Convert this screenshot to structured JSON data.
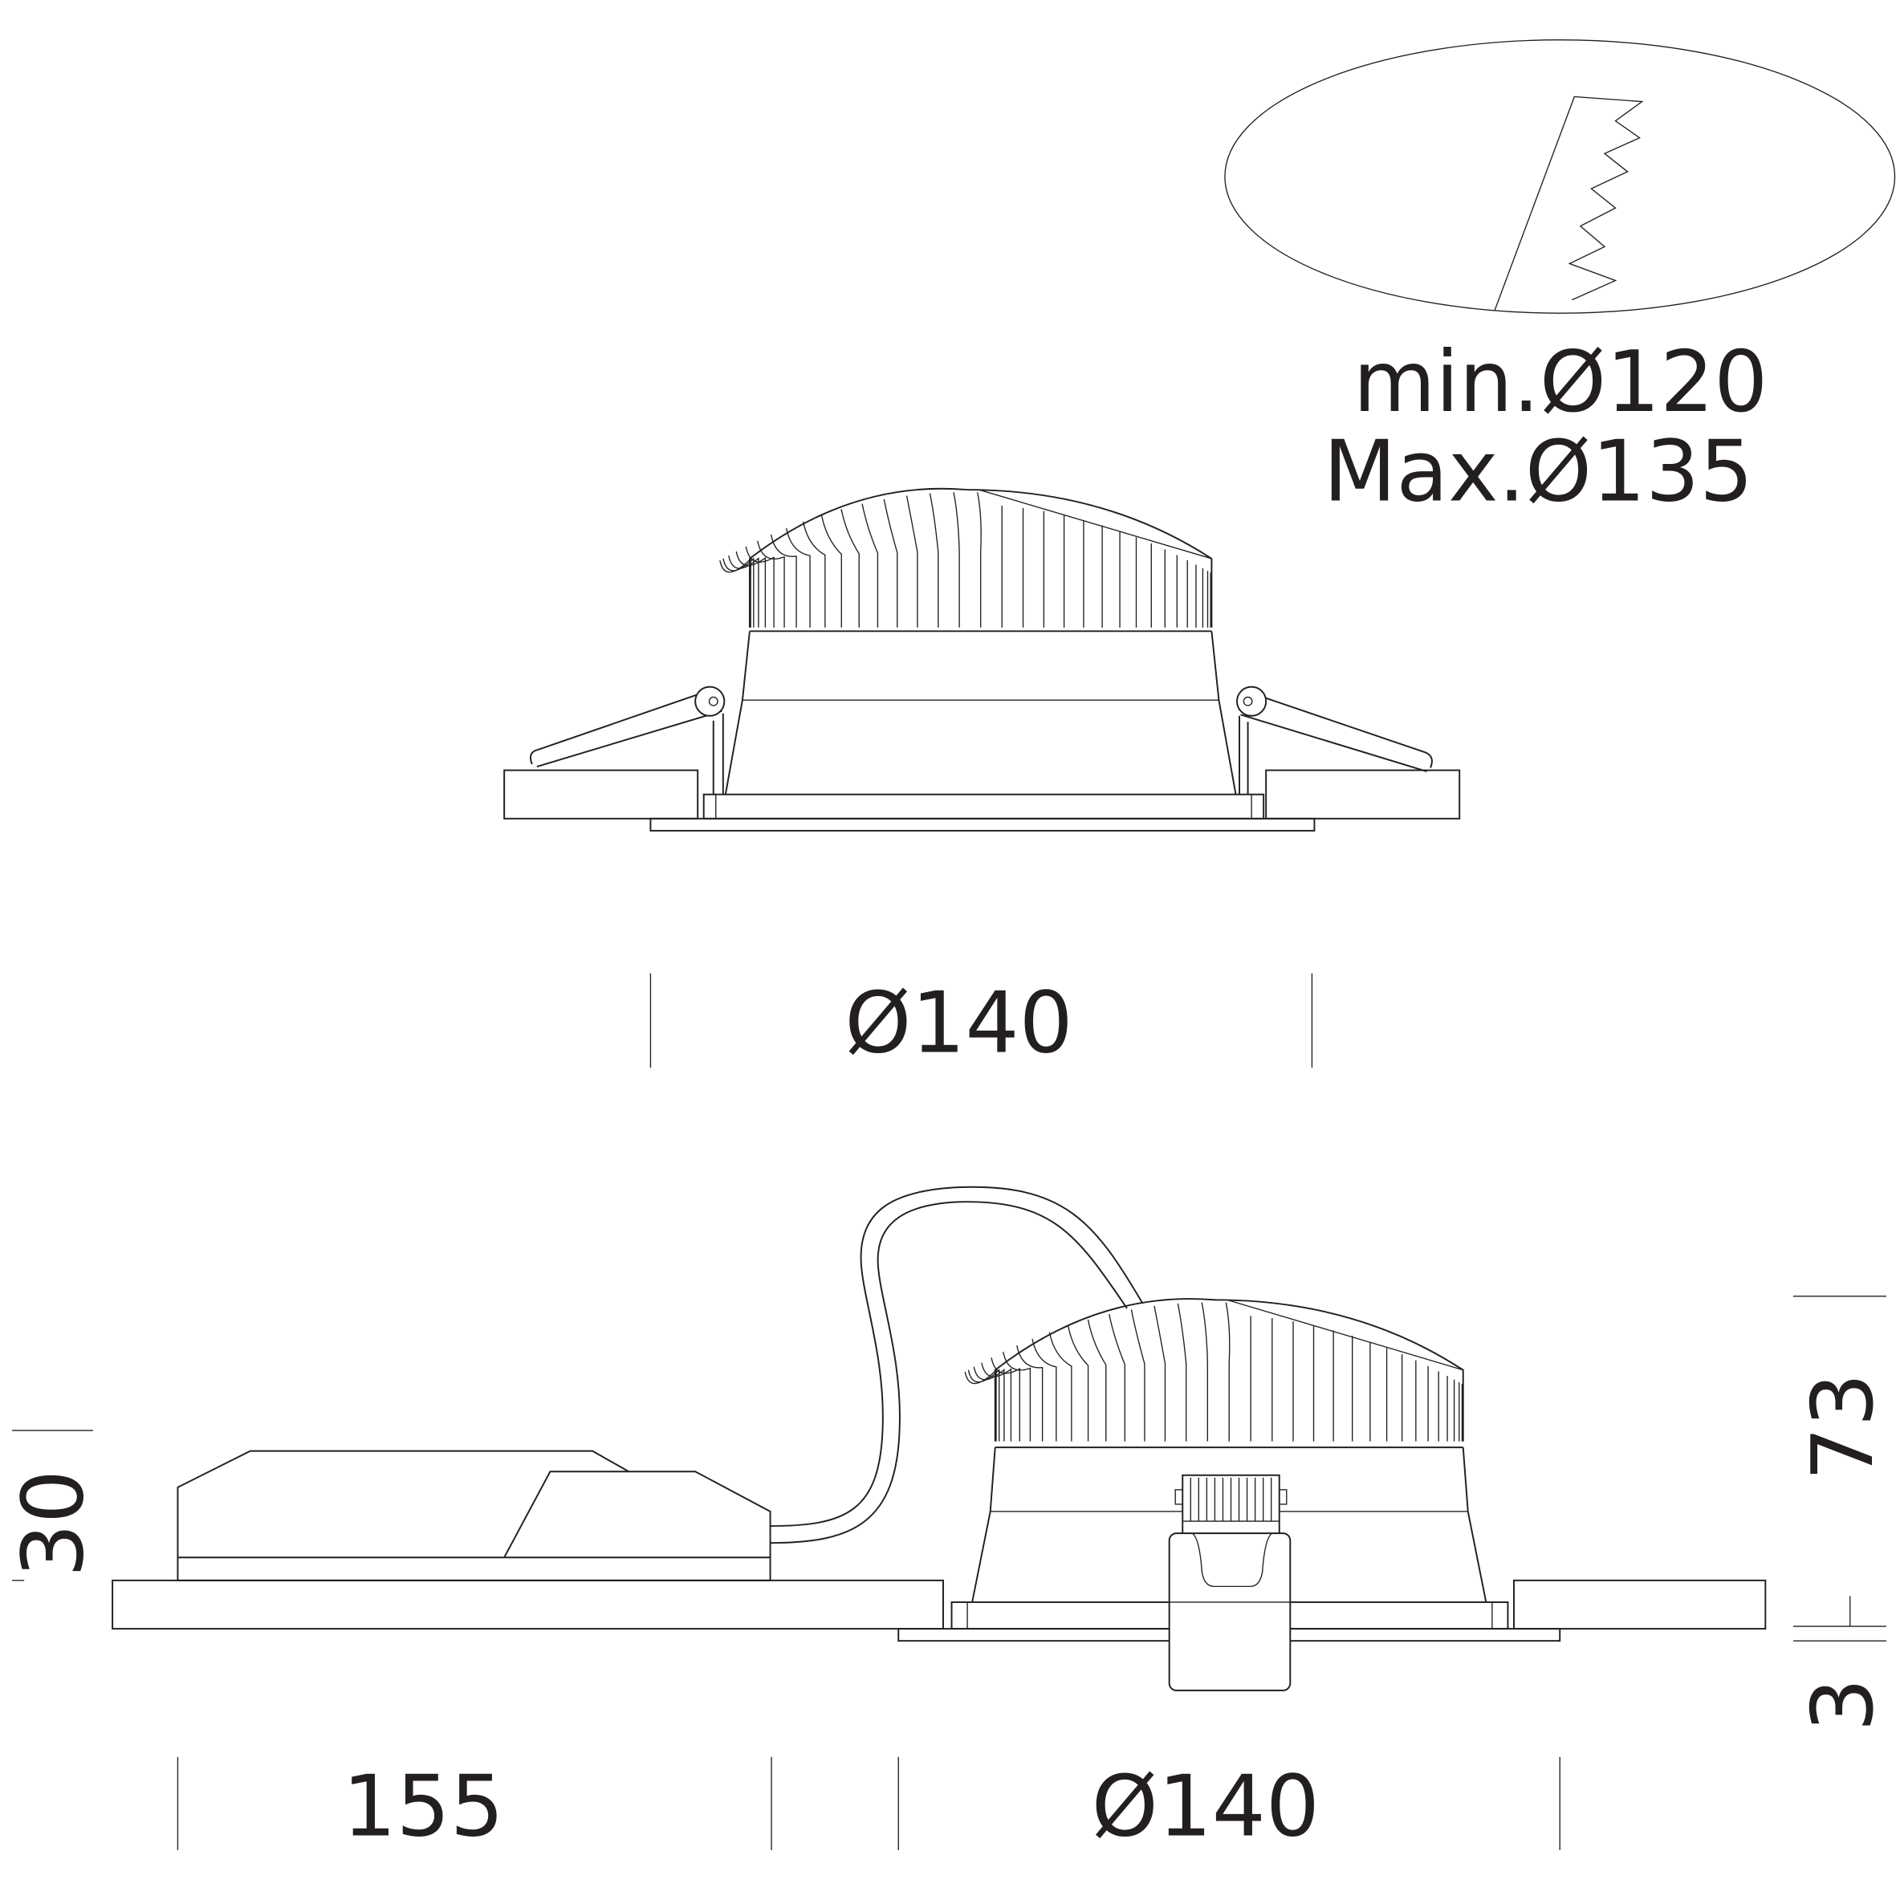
{
  "cutout": {
    "min_label": "min.Ø120",
    "max_label": "Max.Ø135"
  },
  "top_view": {
    "diameter_label": "Ø140"
  },
  "bottom_view": {
    "driver_length_label": "155",
    "diameter_label": "Ø140",
    "driver_height_label": "30",
    "total_height_label": "73",
    "trim_thickness_label": "3"
  },
  "colors": {
    "line": "#231f20",
    "background": "#ffffff"
  }
}
